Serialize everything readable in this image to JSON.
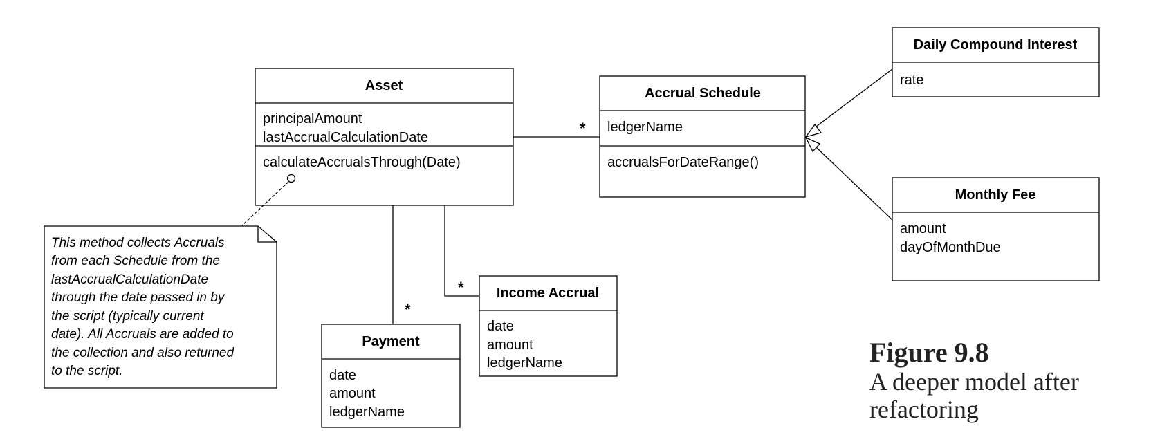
{
  "classes": {
    "asset": {
      "name": "Asset",
      "attributes": [
        "principalAmount",
        "lastAccrualCalculationDate"
      ],
      "operations": [
        "calculateAccrualsThrough(Date)"
      ]
    },
    "accrual_schedule": {
      "name": "Accrual Schedule",
      "attributes": [
        "ledgerName"
      ],
      "operations": [
        "accrualsForDateRange()"
      ]
    },
    "daily_compound_interest": {
      "name": "Daily Compound Interest",
      "attributes": [
        "rate"
      ]
    },
    "monthly_fee": {
      "name": "Monthly Fee",
      "attributes": [
        "amount",
        "dayOfMonthDue"
      ]
    },
    "income_accrual": {
      "name": "Income Accrual",
      "attributes": [
        "date",
        "amount",
        "ledgerName"
      ]
    },
    "payment": {
      "name": "Payment",
      "attributes": [
        "date",
        "amount",
        "ledgerName"
      ]
    }
  },
  "multiplicities": {
    "asset_schedule": "*",
    "asset_income": "*",
    "asset_payment": "*"
  },
  "note": {
    "lines": [
      "This method collects Accruals",
      "from each Schedule from the",
      "lastAccrualCalculationDate",
      "through the date passed in by",
      "the script (typically current",
      "date). All Accruals are added to",
      "the collection and also returned",
      "to the script."
    ]
  },
  "figure": {
    "number": "Figure 9.8",
    "caption": "A deeper model after refactoring"
  }
}
